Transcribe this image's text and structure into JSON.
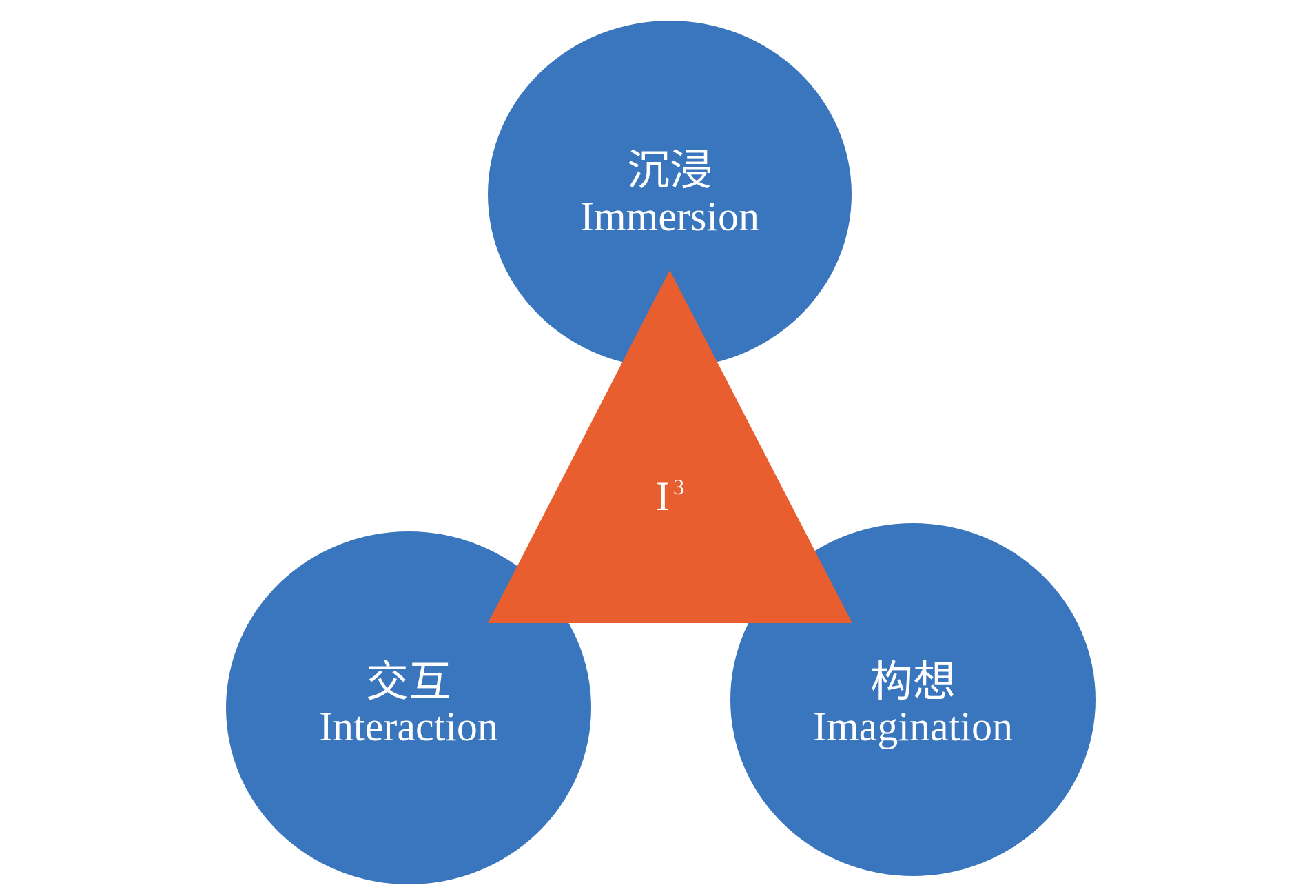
{
  "diagram": {
    "colors": {
      "circle_fill": "#3a76bd",
      "triangle_fill": "#e95e2e",
      "text": "#ffffff",
      "background": "#ffffff"
    },
    "nodes": [
      {
        "id": "immersion",
        "label_zh": "沉浸",
        "label_en": "Immersion"
      },
      {
        "id": "interaction",
        "label_zh": "交互",
        "label_en": "Interaction"
      },
      {
        "id": "imagination",
        "label_zh": "构想",
        "label_en": "Imagination"
      }
    ],
    "center": {
      "label": "I",
      "superscript": "3"
    }
  }
}
